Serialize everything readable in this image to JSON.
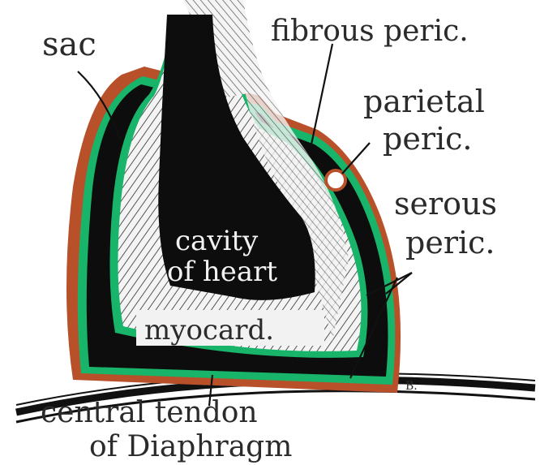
{
  "labels": {
    "sac": "sac",
    "fibrous": "fibrous peric.",
    "parietal_1": "parietal",
    "parietal_2": "peric.",
    "serous_1": "serous",
    "serous_2": "peric.",
    "cavity_1": "cavity",
    "cavity_2": "of heart",
    "myocard": "myocard.",
    "tendon_1": "central tendon",
    "tendon_2": "of Diaphragm",
    "signature": "B."
  },
  "colors": {
    "ink": "#111111",
    "fibrous": "#b8512a",
    "serous": "#18b46a",
    "myocardium": "#e6e6e6"
  }
}
